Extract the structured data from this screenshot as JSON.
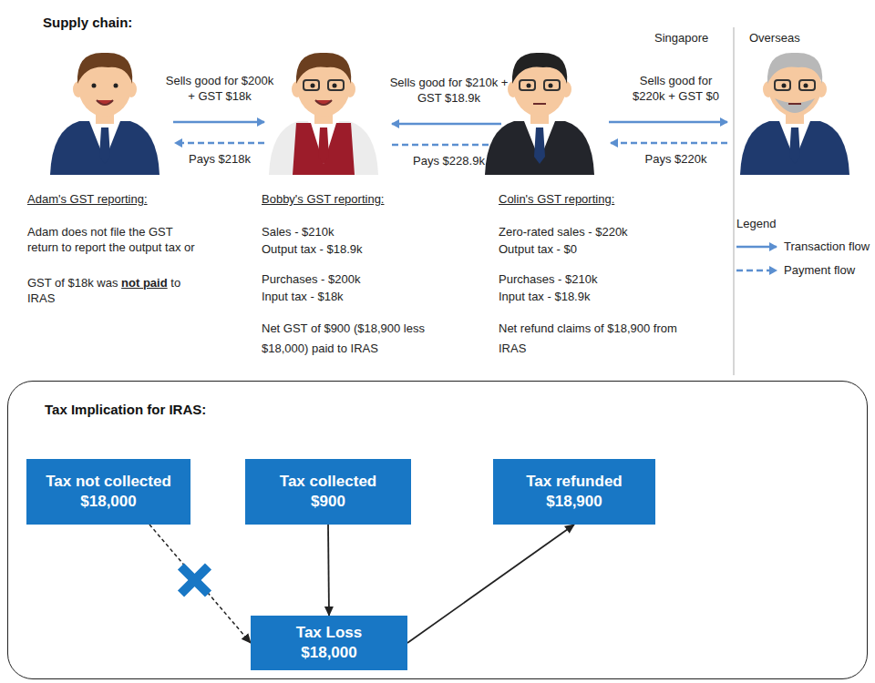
{
  "diagram": {
    "title": "Supply chain:",
    "nodes": [
      {
        "text": [
          "Tax Implication for IRAS:"
        ]
      },
      {
        "text": [
          "Tax not collected",
          "$18,000"
        ],
        "in": 0
      },
      {
        "text": [
          "Tax collected",
          "$900"
        ],
        "in": 0
      },
      {
        "text": [
          "Tax refunded",
          "$18,900"
        ],
        "in": 0
      },
      {
        "text": [
          "Tax Loss",
          "$18,000"
        ],
        "in": 0
      }
    ],
    "edges": [
      {
        "from": 1,
        "to": 4,
        "arrow": "to"
      },
      {
        "from": 2,
        "to": 4,
        "arrow": "to"
      },
      {
        "from": 4,
        "to": 3,
        "arrow": "to"
      }
    ],
    "labels": [
      "Singapore",
      "Overseas",
      "Sells good for $200k + GST $18k",
      "Pays $218k",
      "Sells good for $210k + GST $18.9k",
      "Pays $228.9k",
      "Sells good for $220k + GST $0",
      "Pays $220k",
      "Adam's GST reporting:",
      "Adam does not file the GST return to report the output tax or",
      "GST of $18k was",
      "not paid",
      "to IRAS",
      "Bobby's GST reporting:",
      "Sales - $210k",
      "Output tax - $18.9k",
      "Purchases - $200k",
      "Input tax - $18k",
      "Net GST of $900 ($18,900 less $18,000) paid to IRAS",
      "Colin's GST reporting:",
      "Zero-rated sales - $220k",
      "Output tax - $0",
      "Purchases - $210k",
      "Input tax - $18.9k",
      "Net refund claims of $18,900 from IRAS",
      "Legend"
    ],
    "legend": [
      {
        "text": "Transaction flow"
      },
      {
        "text": "Payment flow"
      }
    ]
  }
}
